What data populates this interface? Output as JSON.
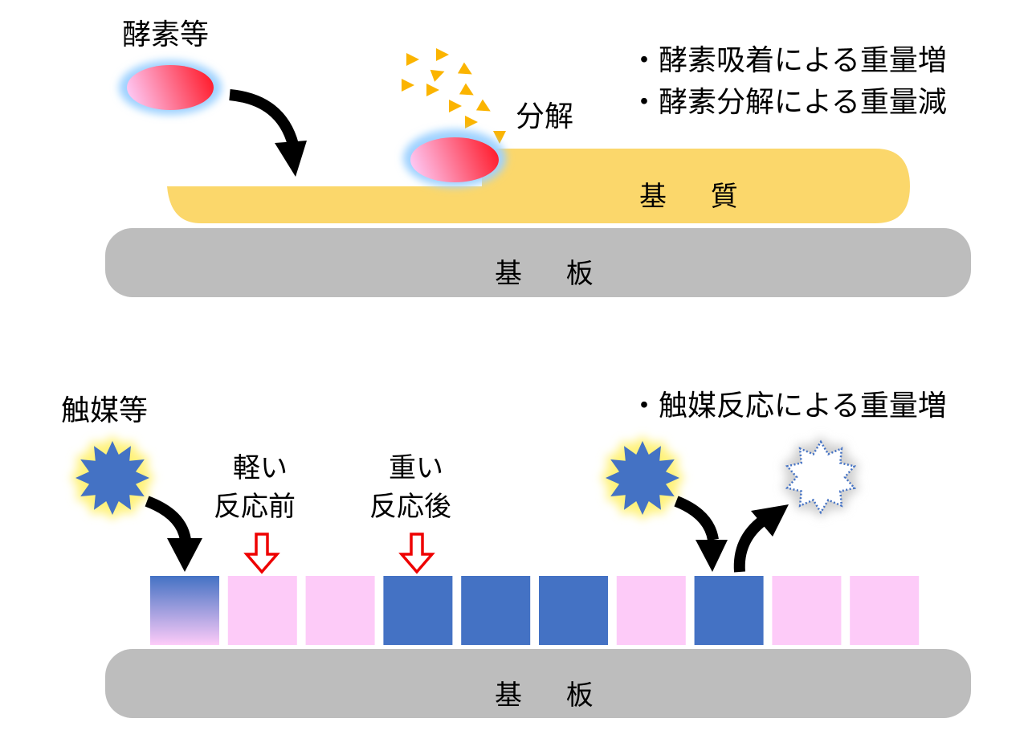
{
  "colors": {
    "substrate_base": "#bdbdbd",
    "substrate_matter": "#fbd76b",
    "enzyme_light": "#fdc8f4",
    "enzyme_dark": "#ff1e2e",
    "enzyme_glow": "#9fd2ff",
    "fragment": "#fbb400",
    "catalyst": "#4472c4",
    "catalyst_glow": "#fff27a",
    "cell_light": "#fdcbf8",
    "cell_heavy": "#4472c4",
    "indicator_arrow": "#ee0000",
    "arrow": "#000000"
  },
  "top_panel": {
    "enzyme_label": "酵素等",
    "decompose_label": "分解",
    "substrate_label": "基 質",
    "base_label": "基 板",
    "notes": [
      "・酵素吸着による重量増",
      "・酵素分解による重量減"
    ]
  },
  "bottom_panel": {
    "catalyst_label": "触媒等",
    "light_label_line1": "軽い",
    "light_label_line2": "反応前",
    "heavy_label_line1": "重い",
    "heavy_label_line2": "反応後",
    "base_label": "基 板",
    "notes": [
      "・触媒反応による重量増"
    ],
    "cells": [
      "reacting",
      "light",
      "light",
      "heavy",
      "heavy",
      "heavy",
      "light",
      "heavy",
      "light",
      "light"
    ]
  }
}
